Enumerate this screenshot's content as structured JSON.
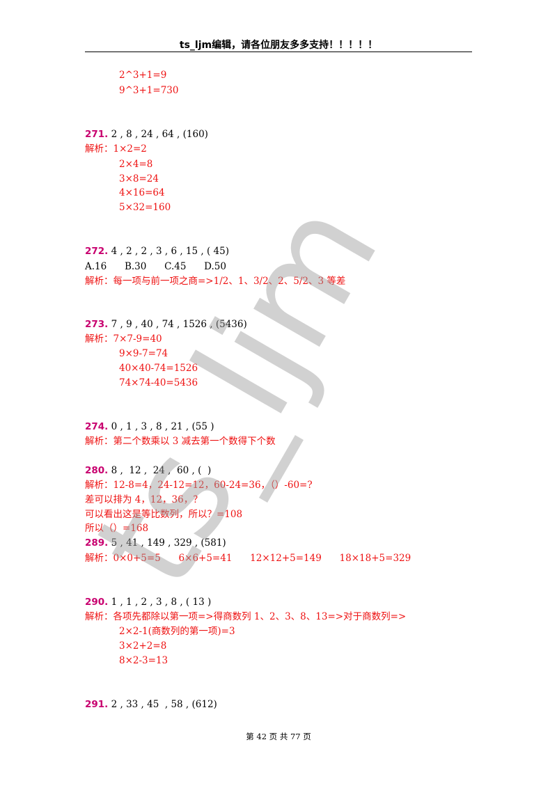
{
  "header": {
    "title": "ts_ljm编辑，请各位朋友多多支持！！！！！"
  },
  "watermark": {
    "text": "ts_ljm"
  },
  "lines": [
    {
      "text": "2^3+1=9",
      "color": "red"
    },
    {
      "text": "9^3+1=730",
      "color": "red"
    },
    {
      "num": "271.",
      "text": " 2 , 8 , 24 , 64 , (160)"
    },
    {
      "text": "解析：1×2=2",
      "color": "red"
    },
    {
      "text": "2×4=8",
      "color": "red"
    },
    {
      "text": "3×8=24",
      "color": "red"
    },
    {
      "text": "4×16=64",
      "color": "red"
    },
    {
      "text": "5×32=160",
      "color": "red"
    },
    {
      "num": "272.",
      "text": " 4 , 2 , 2 , 3 , 6 , 15 , ( 45)"
    },
    {
      "text": "A.16      B.30      C.45      D.50"
    },
    {
      "text": "解析：每一项与前一项之商=>1/2、1、3/2、2、5/2、3 等差",
      "color": "red"
    },
    {
      "num": "273.",
      "text": " 7 , 9 , 40 , 74 , 1526 , (5436)"
    },
    {
      "text": "解析：7×7-9=40",
      "color": "red"
    },
    {
      "text": "9×9-7=74",
      "color": "red"
    },
    {
      "text": "40×40-74=1526",
      "color": "red"
    },
    {
      "text": "74×74-40=5436",
      "color": "red"
    },
    {
      "num": "274.",
      "text": " 0 , 1 , 3 , 8 , 21 , (55 )"
    },
    {
      "text": "解析：第二个数乘以 3 减去第一个数得下个数",
      "color": "red"
    },
    {
      "num": "280.",
      "text": " 8 ,  12 ,  24 ,  60 , (  )"
    },
    {
      "text": "解析：12-8=4，24-12=12，60-24=36，（）-60=?",
      "color": "red"
    },
    {
      "text": "差可以排为 4，12，36，？",
      "color": "red"
    },
    {
      "text": "可以看出这是等比数列，所以？=108",
      "color": "red"
    },
    {
      "text": "所以（）=168",
      "color": "red"
    },
    {
      "num": "289.",
      "text": " 5 , 41 , 149 , 329 , (581)"
    },
    {
      "text": "解析：0×0+5=5      6×6+5=41      12×12+5=149      18×18+5=329",
      "color": "red"
    },
    {
      "num": "290.",
      "text": " 1 , 1 , 2 , 3 , 8 , ( 13 )"
    },
    {
      "text": "解析：各项先都除以第一项=>得商数列 1、2、3、8、13=>对于商数列=>",
      "color": "red"
    },
    {
      "text": "2×2-1(商数列的第一项)=3",
      "color": "red"
    },
    {
      "text": "3×2+2=8",
      "color": "red"
    },
    {
      "text": "8×2-3=13",
      "color": "red"
    },
    {
      "num": "291.",
      "text": " 2 , 33 , 45  , 58 , (612)"
    }
  ],
  "footer": {
    "text": "第 42 页 共 77 页"
  }
}
